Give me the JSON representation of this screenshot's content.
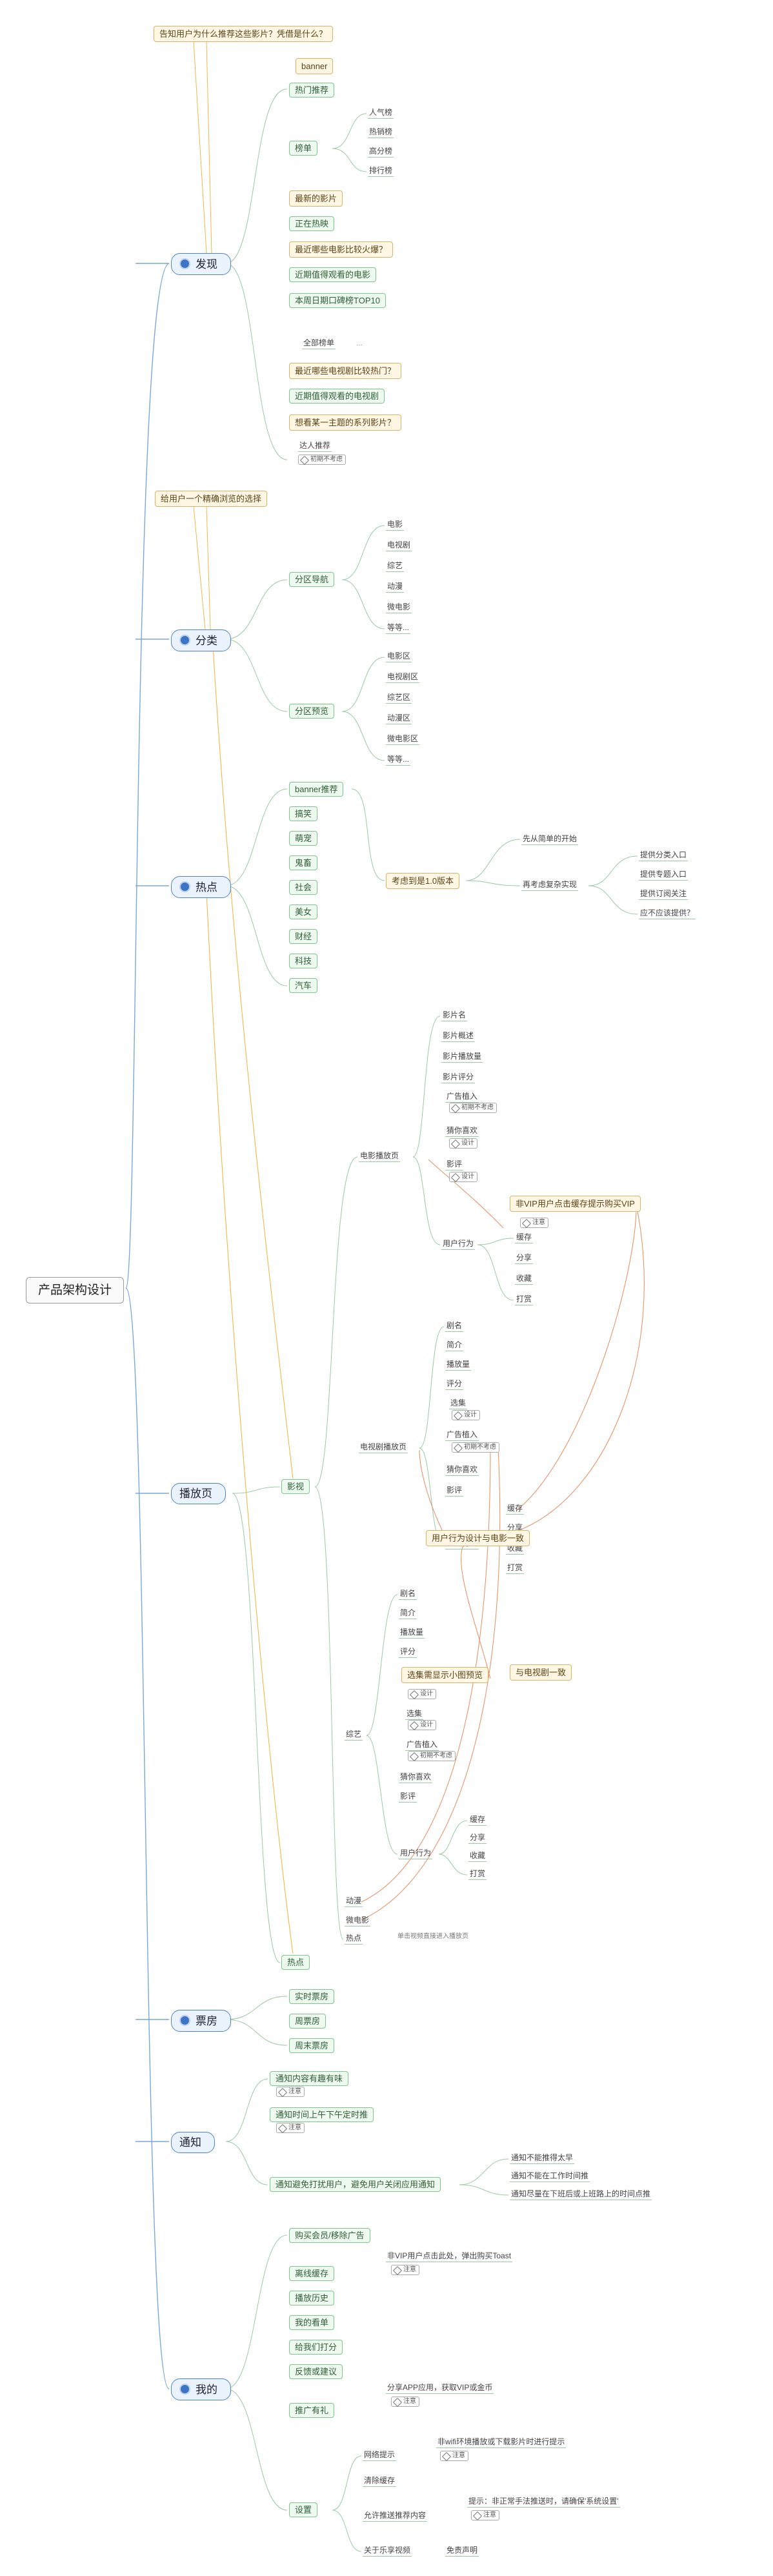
{
  "root": "产品架构设计",
  "sections": {
    "discover": "发现",
    "category": "分类",
    "hot": "热点",
    "playback": "播放页",
    "tickets": "票房",
    "notify": "通知",
    "mine": "我的"
  },
  "discover": {
    "callout": "告知用户为什么推荐这些影片？凭借是什么？",
    "banner": "banner",
    "hot_recommend": "热门推荐",
    "charts": "榜单",
    "chart_items": [
      "人气榜",
      "热销榜",
      "高分榜",
      "排行榜"
    ],
    "latest": "最新的影片",
    "showing": "正在热映",
    "q_hot_movie": "最近哪些电影比较火爆？",
    "recent_good_movies": "近期值得观看的电影",
    "weekly_box": "本周日期口碑榜TOP10",
    "all_charts": "全部榜单",
    "dots": "…",
    "q_hot_tv": "最近哪些电视剧比较热门？",
    "recent_good_tv": "近期值得观看的电视剧",
    "q_series": "想看某一主题的系列影片？",
    "expert_pick": "达人推荐",
    "tag_first": "初期不考虑"
  },
  "category": {
    "callout": "给用户一个精确浏览的选择",
    "nav": "分区导航",
    "nav_items": [
      "电影",
      "电视剧",
      "综艺",
      "动漫",
      "微电影",
      "等等..."
    ],
    "preview": "分区预览",
    "preview_items": [
      "电影区",
      "电视剧区",
      "综艺区",
      "动漫区",
      "微电影区",
      "等等..."
    ]
  },
  "hot": {
    "items": [
      "banner推荐",
      "搞笑",
      "萌宠",
      "鬼畜",
      "社会",
      "美女",
      "财经",
      "科技",
      "汽车"
    ],
    "consider": "考虑到是1.0版本",
    "first_launch": "先从简单的开始",
    "later": "再考虑复杂实现",
    "later_items": [
      "提供分类入口",
      "提供专题入口",
      "提供订阅关注",
      "应不应该提供？"
    ]
  },
  "playback": {
    "film_tv": "影视",
    "hot": "热点",
    "movie_page": "电影播放页",
    "movie_items": [
      "影片名",
      "影片概述",
      "影片播放量",
      "影片评分",
      "广告植入",
      "猜你喜欢",
      "影评",
      "用户行为"
    ],
    "movie_actions": [
      "缓存",
      "分享",
      "收藏",
      "打赏"
    ],
    "vip_note": "非VIP用户点击缓存提示购买VIP",
    "tag_note": "注意",
    "tag_design": "设计",
    "tag_first": "初期不考虑",
    "tv_page": "电视剧播放页",
    "tv_items": [
      "剧名",
      "简介",
      "播放量",
      "评分",
      "选集",
      "广告植入",
      "猜你喜欢",
      "影评",
      "用户行为"
    ],
    "tv_actions": [
      "缓存",
      "分享",
      "收藏",
      "打赏"
    ],
    "tv_same_note": "用户行为设计与电影一致",
    "variety": "综艺",
    "variety_items": [
      "剧名",
      "简介",
      "播放量",
      "评分",
      "选集",
      "广告植入",
      "猜你喜欢",
      "影评",
      "用户行为"
    ],
    "variety_actions": [
      "缓存",
      "分享",
      "收藏",
      "打赏"
    ],
    "variety_select_note": "选集需显示小图预览",
    "variety_same_note": "与电视剧一致",
    "anime": "动漫",
    "micro": "微电影",
    "hotspot": "热点",
    "hotspot_note": "单击视频直接进入播放页"
  },
  "tickets": {
    "items": [
      "实时票房",
      "周票房",
      "周末票房"
    ]
  },
  "notify": {
    "interesting": "通知内容有趣有味",
    "timing": "通知时间上午下午定时推",
    "do_not_disturb": "通知避免打扰用户，避免用户关闭应用通知",
    "dnd_items": [
      "通知不能推得太早",
      "通知不能在工作时间推",
      "通知尽量在下班后或上班路上的时间点推"
    ],
    "tag_note": "注意"
  },
  "mine": {
    "buy_vip": "购买会员/移除广告",
    "offline": "离线缓存",
    "offline_note": "非VIP用户点击此处，弹出购买Toast",
    "history": "播放历史",
    "my_list": "我的看单",
    "rate_us": "给我们打分",
    "feedback": "反馈或建议",
    "promote": "推广有礼",
    "promote_note": "分享APP应用，获取VIP或金币",
    "settings": "设置",
    "net_tip": "网络提示",
    "net_tip_note": "非wifi环境播放或下载影片时进行提示",
    "clear_cache": "清除缓存",
    "push_allow": "允许推送推荐内容",
    "push_note": "提示：非正常手法推送时，请确保'系统设置'",
    "about": "关于乐享视频",
    "disclaimer": "免责声明",
    "tag_note": "注意"
  },
  "colors": {
    "main_border": "#4f83c4",
    "sub_border": "#7fc48f",
    "note_border": "#d4b46a",
    "wire": "#7aa7d8",
    "relation": "#e8956a",
    "relation_gold": "#f0b84a"
  }
}
